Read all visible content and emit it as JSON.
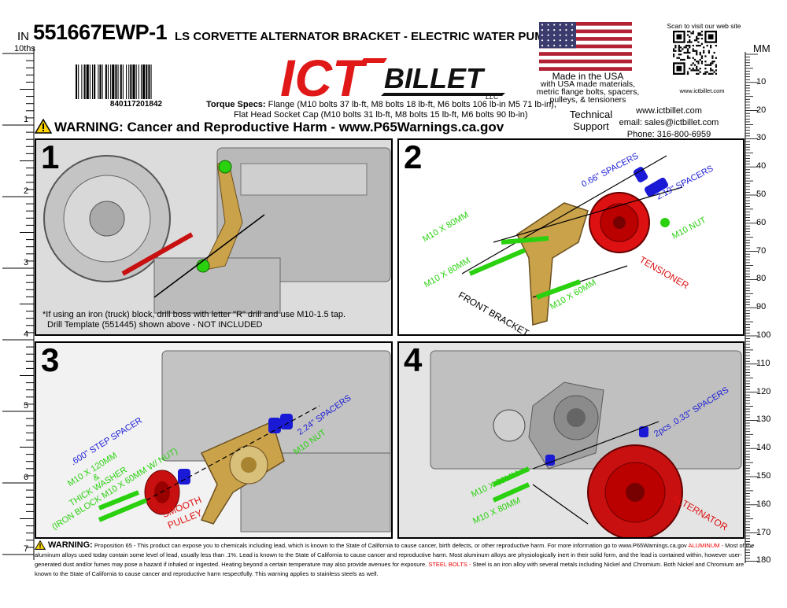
{
  "header": {
    "part_number": "551667EWP-1",
    "title": "LS CORVETTE ALTERNATOR BRACKET - ELECTRIC WATER PUMP",
    "barcode_number": "840117201842",
    "torque_label": "Torque Specs:",
    "torque_line1": "Flange (M10 bolts 37 lb-ft, M8 bolts 18 lb-ft, M6 bolts 106 lb-in M5 71 lb-in),",
    "torque_line2": "Flat Head Socket Cap (M10 bolts 31 lb-ft, M8 bolts 15 lb-ft, M6 bolts 90 lb-in)",
    "logo_main": "ICT",
    "logo_billet": "BILLET",
    "logo_llc": "LLC",
    "made_in": "Made in the USA",
    "made_sub": [
      "with USA made materials,",
      "metric flange bolts, spacers,",
      "pulleys, & tensioners"
    ],
    "scan_text": "Scan to visit our web site",
    "qr_url": "www.ictbillet.com",
    "tech_support": [
      "Technical",
      "Support"
    ],
    "contact": [
      "www.ictbillet.com",
      "email: sales@ictbillet.com",
      "Phone: 316-800-6959"
    ],
    "warning": "WARNING: Cancer and Reproductive Harm - www.P65Warnings.ca.gov"
  },
  "ruler_in": {
    "unit": "IN",
    "sub": "10ths",
    "labels": [
      "1",
      "2",
      "3",
      "4",
      "5",
      "6",
      "7"
    ]
  },
  "ruler_mm": {
    "unit": "MM",
    "labels": [
      "10",
      "20",
      "30",
      "40",
      "50",
      "60",
      "70",
      "80",
      "90",
      "100",
      "110",
      "120",
      "130",
      "140",
      "150",
      "160",
      "170",
      "180"
    ]
  },
  "panels": {
    "p1": {
      "number": "1",
      "note1": "*If using an iron (truck) block, drill boss with letter \"R\" drill and use M10-1.5 tap.",
      "note2": "Drill Template (551445) shown above - NOT INCLUDED"
    },
    "p2": {
      "number": "2",
      "l_spacer066": "0.66\" SPACERS",
      "l_spacer219": "2.19\" SPACERS",
      "l_m10x80a": "M10 X 80MM",
      "l_m10x80b": "M10 X 80MM",
      "l_m10nut": "M10 NUT",
      "l_m10x60": "M10 X 60MM",
      "l_tensioner": "TENSIONER",
      "l_front": "FRONT BRACKET"
    },
    "p3": {
      "number": "3",
      "l_step": ".600\" STEP SPACER",
      "l_spacer224": "2.24\" SPACERS",
      "l_m10nut": "M10 NUT",
      "l_bolt1": "M10 X 120MM",
      "l_bolt2": "&",
      "l_bolt3": "THICK WASHER",
      "l_bolt4": "(IRON BLOCK M10 X 60MM W/ NUT)",
      "l_smooth1": "SMOOTH",
      "l_smooth2": "PULLEY"
    },
    "p4": {
      "number": "4",
      "l_spacer033": "2pcs .0.33\" SPACERS",
      "l_m10x80a": "M10 X 80MM",
      "l_m10x80b": "M10 X 80MM",
      "l_alt": "ALTERNATOR"
    }
  },
  "bottom": {
    "warn_head": "WARNING:",
    "text1": "Proposition 65 - This product can expose you to chemicals including lead, which is known to the State of California to cause cancer, birth defects, or other reproductive harm. For more information go to www.P65Warnings.ca.gov",
    "al_label": "ALUMINUM -",
    "text2": "Most of the aluminum alloys used today contain some level of lead, usually less than .1%. Lead is known to the State of California to cause cancer and reproductive harm. Most aluminum alloys are physiologically inert in their solid form, and the lead is contained within, however user-generated dust and/or fumes may pose a hazard if inhaled or ingested. Heating beyond a certain temperature may also provide avenues for exposure.",
    "steel_label": "STEEL BOLTS -",
    "text3": "Steel is an iron alloy with several metals including Nickel and Chromium. Both Nickel and Chromium are known to the State of California to cause cancer and reproductive harm respectfully. This warning applies to stainless steels as well."
  },
  "colors": {
    "green": "#2ad10f",
    "blue": "#1a1ad6",
    "red": "#d11111",
    "gold": "#c9a24a",
    "flag_red": "#b22234",
    "flag_blue": "#3c3b6e"
  }
}
